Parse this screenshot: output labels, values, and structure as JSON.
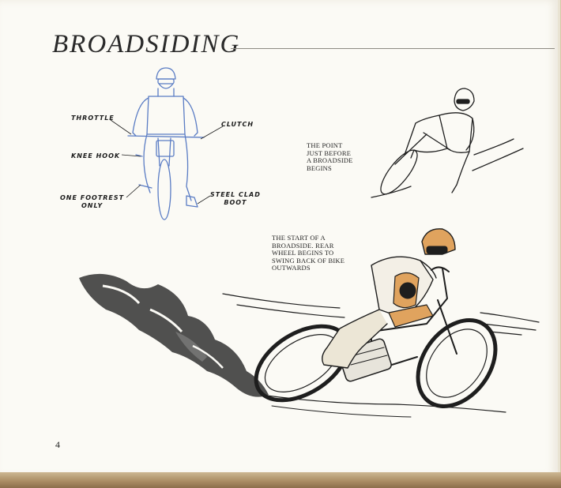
{
  "title": "BROADSIDING",
  "page_number": "4",
  "diagram_labels": {
    "throttle": "THROTTLE",
    "clutch": "CLUTCH",
    "knee_hook": "KNEE HOOK",
    "one_footrest": [
      "ONE FOOTREST",
      "ONLY"
    ],
    "steel_clad_boot": [
      "STEEL CLAD",
      "BOOT"
    ]
  },
  "captions": {
    "point_before": [
      "THE POINT",
      "JUST BEFORE",
      "A BROADSIDE",
      "BEGINS"
    ],
    "start_of": [
      "THE START OF A",
      "BROADSIDE. REAR",
      "WHEEL BEGINS TO",
      "SWING BACK OF BIKE",
      "OUTWARDS"
    ]
  },
  "colors": {
    "diagram_ink": "#5a7cc4",
    "ink": "#1e1e1e",
    "tan_accent": "#e0a35e",
    "title_ink": "#2a2a2a"
  }
}
